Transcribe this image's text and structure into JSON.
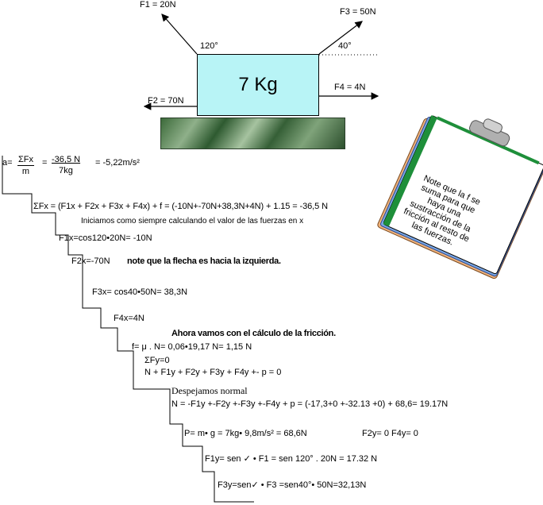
{
  "block": {
    "mass": "7 Kg"
  },
  "forces": {
    "f1": "F1 = 20N",
    "f2": "F2 = 70N",
    "f3": "F3 = 50N",
    "f4": "F4 = 4N",
    "angle1": "120°",
    "angle3": "40°"
  },
  "accel": {
    "a_label": "a=",
    "sum_num": "ΣFx",
    "sum_den": "m",
    "val_num": "-36,5 N",
    "val_den": "7kg",
    "result": "= -5,22m/s²"
  },
  "steps": {
    "s1": "ΣFx = (F1x + F2x + F3x + F4x) + f = (-10N+-70N+38,3N+4N) + 1.15 = -36,5 N",
    "s1_note": "Iniciamos como siempre calculando el valor de las fuerzas en x",
    "s2": "F1x=cos120•20N= -10N",
    "s3a": "F2x=-70N",
    "s3b": "note que la flecha es hacia la izquierda.",
    "s4": "F3x= cos40•50N= 38,3N",
    "s5": "F4x=4N",
    "s6_note": "Ahora vamos con el cálculo de la fricción.",
    "s6": "f= μ . N= 0,06•19,17 N=   1,15 N",
    "s7": "ΣFy=0",
    "s7b": "N + F1y + F2y + F3y + F4y  +- p = 0",
    "s8_note": "Despejamos normal",
    "s8": "N = -F1y +-F2y +-F3y +-F4y + p = (-17,3+0 +-32.13 +0) + 68,6= 19.17N",
    "s9": "P= m• g = 7kg• 9,8m/s² = 68,6N",
    "s9b": "F2y= 0   F4y= 0",
    "s10": "F1y= sen ✓ • F1 = sen 120° . 20N  =  17.32 N",
    "s11": "F3y=sen✓ •  F3 =sen40°• 50N=32,13N"
  },
  "clipboard_note": "Note que la f se suma para que haya una sustracción de la fricción al resto de las fuerzas."
}
